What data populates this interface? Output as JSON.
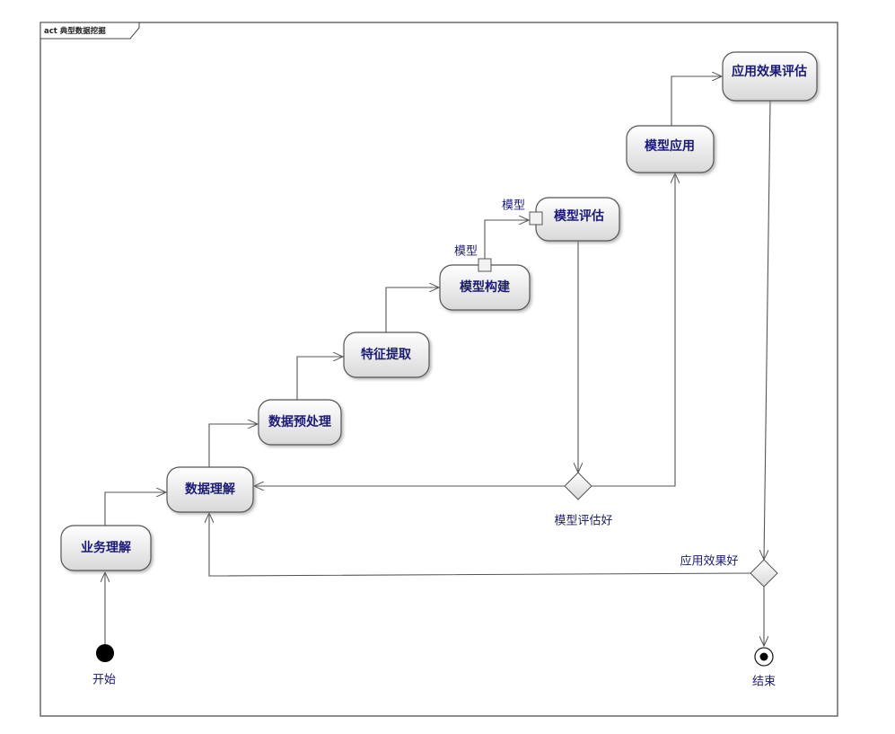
{
  "frame": {
    "title": "act 典型数据挖掘"
  },
  "activities": {
    "business": "业务理解",
    "data_understanding": "数据理解",
    "preprocess": "数据预处理",
    "feature": "特征提取",
    "build": "模型构建",
    "evaluate": "模型评估",
    "apply": "模型应用",
    "apply_eval": "应用效果评估"
  },
  "pins": {
    "out": "模型",
    "in": "模型"
  },
  "decisions": {
    "model_good": "模型评估好",
    "apply_good": "应用效果好"
  },
  "start": "开始",
  "end": "结束"
}
